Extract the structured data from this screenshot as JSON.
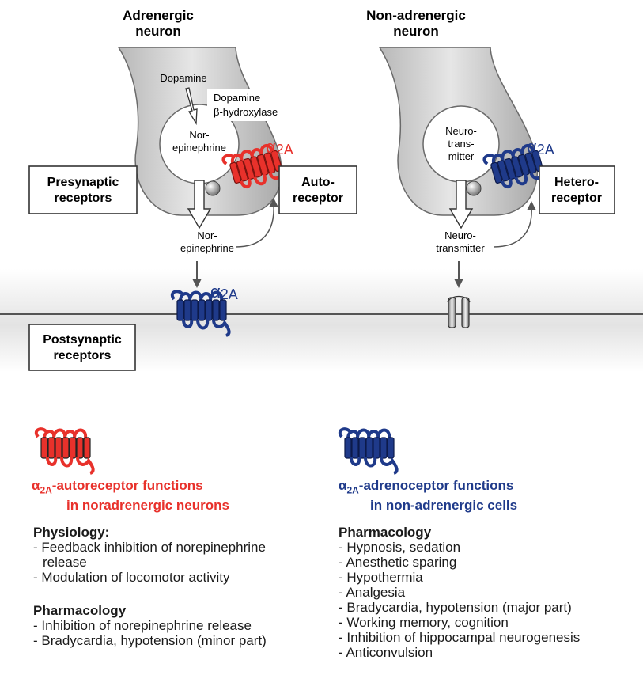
{
  "colors": {
    "auto_red": "#e8312b",
    "adreno_blue": "#1f3a8a",
    "neuron_gray": "#c9c9c9",
    "membrane_gray": "#d9d9d9"
  },
  "top": {
    "left_neuron_title_line1": "Adrenergic",
    "left_neuron_title_line2": "neuron",
    "right_neuron_title_line1": "Non-adrenergic",
    "right_neuron_title_line2": "neuron",
    "dopamine": "Dopamine",
    "enzyme_line1": "Dopamine",
    "enzyme_line2": "β-hydroxylase",
    "vesicle_left_line1": "Nor-",
    "vesicle_left_line2": "epinephrine",
    "vesicle_right_line1": "Neuro-",
    "vesicle_right_line2": "trans-",
    "vesicle_right_line3": "mitter",
    "released_left_line1": "Nor-",
    "released_left_line2": "epinephrine",
    "released_right_line1": "Neuro-",
    "released_right_line2": "transmitter",
    "alpha": "α",
    "subtype": "2A",
    "presynaptic_box_line1": "Presynaptic",
    "presynaptic_box_line2": "receptors",
    "auto_box_line1": "Auto-",
    "auto_box_line2": "receptor",
    "hetero_box_line1": "Hetero-",
    "hetero_box_line2": "receptor",
    "postsynaptic_box_line1": "Postsynaptic",
    "postsynaptic_box_line2": "receptors"
  },
  "left_panel": {
    "title_line1_suffix": "-autoreceptor functions",
    "title_line2": "in noradrenergic neurons",
    "physiology_heading": "Physiology:",
    "physiology_items": [
      "Feedback inhibition of norepinephrine release",
      "Modulation of locomotor activity"
    ],
    "pharmacology_heading": "Pharmacology",
    "pharmacology_items": [
      "Inhibition of norepinephrine release",
      "Bradycardia, hypotension (minor part)"
    ]
  },
  "right_panel": {
    "title_line1_suffix": "-adrenoceptor functions",
    "title_line2": "in non-adrenergic cells",
    "pharmacology_heading": "Pharmacology",
    "pharmacology_items": [
      "Hypnosis, sedation",
      "Anesthetic sparing",
      "Hypothermia",
      "Analgesia",
      "Bradycardia, hypotension (major part)",
      "Working memory, cognition",
      "Inhibition of hippocampal neurogenesis",
      "Anticonvulsion"
    ]
  }
}
